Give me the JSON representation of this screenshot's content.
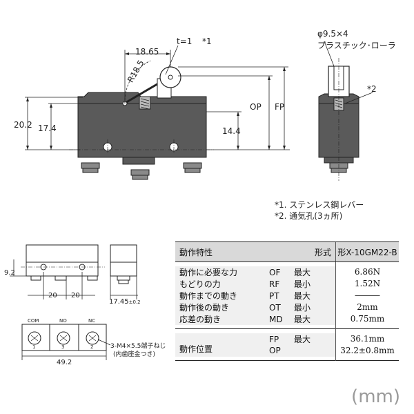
{
  "main_view": {
    "t_label": "t=1",
    "note1_marker": "*1",
    "dim_18_65": "18.65",
    "dim_r18_5": "R18.5",
    "dim_20_2": "20.2",
    "dim_17_4": "17.4",
    "dim_14_4": "14.4",
    "op_label": "OP",
    "fp_label": "FP"
  },
  "side_view": {
    "roller_spec": "φ9.5×4",
    "roller_name": "プラスチック･ローラ",
    "note2_marker": "*2"
  },
  "notes": [
    "*1. ステンレス鋼レバー",
    "*2. 通気孔(3ヵ所)"
  ],
  "small_views": {
    "dim_9_2": "9.2",
    "dim_20_a": "20",
    "dim_20_b": "20",
    "dim_17_45": "17.45",
    "dim_17_45_tol": "±0.2",
    "dim_49_2": "49.2",
    "terminal_labels": [
      "COM",
      "NO",
      "NC"
    ],
    "terminal_numbers": [
      "1",
      "3",
      "2"
    ],
    "screw_note_line1": "3-M4×5.5端子ねじ",
    "screw_note_line2": "(内歯座金つき)"
  },
  "table": {
    "header_left": "動作特性",
    "header_mid": "形式",
    "header_right": "形X-10GM22-B",
    "rows": [
      {
        "name": "動作に必要な力",
        "code": "OF",
        "limit": "最大",
        "value": "6.86N"
      },
      {
        "name": "もどりの力",
        "code": "RF",
        "limit": "最小",
        "value": "1.52N"
      },
      {
        "name": "動作までの動き",
        "code": "PT",
        "limit": "最大",
        "value": "―――"
      },
      {
        "name": "動作後の動き",
        "code": "OT",
        "limit": "最小",
        "value": "2mm"
      },
      {
        "name": "応差の動き",
        "code": "MD",
        "limit": "最大",
        "value": "0.75mm"
      }
    ],
    "position_name": "動作位置",
    "position_rows": [
      {
        "code": "FP",
        "limit": "最大",
        "value": "36.1mm"
      },
      {
        "code": "OP",
        "limit": "",
        "value": "32.2±0.8mm"
      }
    ]
  },
  "unit": "(mm)"
}
